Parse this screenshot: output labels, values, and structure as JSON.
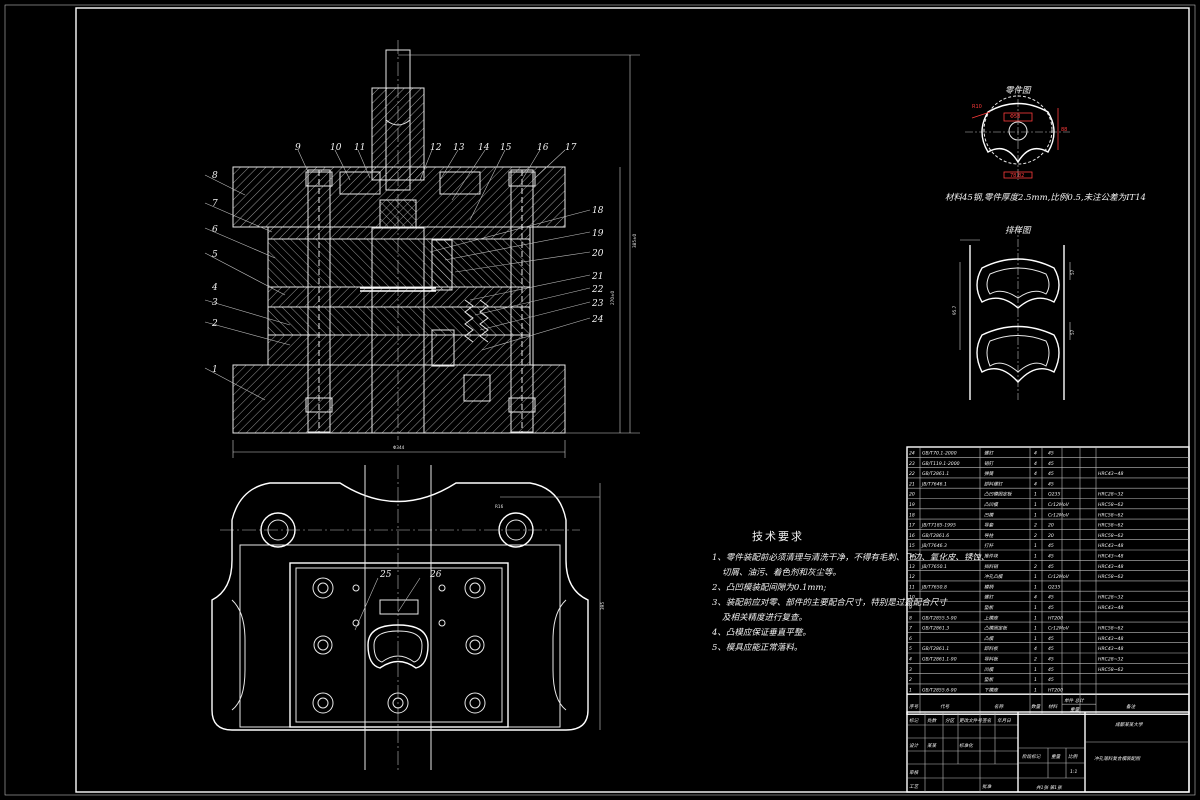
{
  "front_view": {
    "part_numbers": [
      "1",
      "2",
      "3",
      "4",
      "5",
      "6",
      "7",
      "8",
      "9",
      "10",
      "11",
      "12",
      "13",
      "14",
      "15",
      "16",
      "17",
      "18",
      "19",
      "20",
      "21",
      "22",
      "23",
      "24"
    ],
    "label_26": "26"
  },
  "tech_requirements": {
    "title": "技术要求",
    "items": [
      "1、零件装配前必须清理与清洗干净，不得有毛刺、飞边、氧化皮、锈蚀、",
      "切屑、油污、着色剂和灰尘等。",
      "2、凸凹模装配间隙为0.1mm;",
      "3、装配前应对零、部件的主要配合尺寸，特别是过盈配合尺寸",
      "及相关精度进行复查。",
      "4、凸模应保证垂直平整。",
      "5、模具应能正常落料。"
    ]
  },
  "part_drawing": {
    "title": "零件图",
    "note": "材料45钢,零件厚度2.5mm,比例0.5,未注公差为IT14"
  },
  "strip_layout": {
    "title": "排样图"
  },
  "bom_rows": [
    {
      "no": "24",
      "code": "GB/T70.1-2000",
      "name": "螺钉",
      "qty": "4",
      "mat": "45",
      "note": ""
    },
    {
      "no": "23",
      "code": "GB/T119.1-2000",
      "name": "销钉",
      "qty": "4",
      "mat": "45",
      "note": ""
    },
    {
      "no": "22",
      "code": "GB/T2861.1",
      "name": "弹簧",
      "qty": "4",
      "mat": "45",
      "note": "HRC43~48"
    },
    {
      "no": "21",
      "code": "JB/T7646.1",
      "name": "卸料螺钉",
      "qty": "4",
      "mat": "45",
      "note": ""
    },
    {
      "no": "20",
      "code": "",
      "name": "凸凹模固定板",
      "qty": "1",
      "mat": "Q235",
      "note": "HRC28~32"
    },
    {
      "no": "19",
      "code": "",
      "name": "凸凹模",
      "qty": "1",
      "mat": "Cr12MoV",
      "note": "HRC58~62"
    },
    {
      "no": "18",
      "code": "",
      "name": "凹模",
      "qty": "1",
      "mat": "Cr12MoV",
      "note": "HRC58~62"
    },
    {
      "no": "17",
      "code": "JB/T7185-1995",
      "name": "导套",
      "qty": "2",
      "mat": "20",
      "note": "HRC58~62"
    },
    {
      "no": "16",
      "code": "GB/T2861.6",
      "name": "导柱",
      "qty": "2",
      "mat": "20",
      "note": "HRC58~62"
    },
    {
      "no": "15",
      "code": "JB/T7646.3",
      "name": "打杆",
      "qty": "1",
      "mat": "45",
      "note": "HRC43~48"
    },
    {
      "no": "14",
      "code": "",
      "name": "推件块",
      "qty": "1",
      "mat": "45",
      "note": "HRC43~48"
    },
    {
      "no": "13",
      "code": "JB/T7650.1",
      "name": "挡料销",
      "qty": "2",
      "mat": "45",
      "note": "HRC43~48"
    },
    {
      "no": "12",
      "code": "",
      "name": "冲孔凸模",
      "qty": "1",
      "mat": "Cr12MoV",
      "note": "HRC58~62"
    },
    {
      "no": "11",
      "code": "JB/T7650.8",
      "name": "模柄",
      "qty": "1",
      "mat": "Q235",
      "note": ""
    },
    {
      "no": "10",
      "code": "",
      "name": "螺钉",
      "qty": "4",
      "mat": "45",
      "note": "HRC28~32"
    },
    {
      "no": "9",
      "code": "",
      "name": "垫板",
      "qty": "1",
      "mat": "45",
      "note": "HRC43~48"
    },
    {
      "no": "8",
      "code": "GB/T2855.5-90",
      "name": "上模座",
      "qty": "1",
      "mat": "HT200",
      "note": ""
    },
    {
      "no": "7",
      "code": "GB/T2861.3",
      "name": "凸模固定板",
      "qty": "1",
      "mat": "Cr12MoV",
      "note": "HRC58~62"
    },
    {
      "no": "6",
      "code": "",
      "name": "凸模",
      "qty": "1",
      "mat": "45",
      "note": "HRC43~48"
    },
    {
      "no": "5",
      "code": "GB/T2861.1",
      "name": "卸料板",
      "qty": "4",
      "mat": "45",
      "note": "HRC43~48"
    },
    {
      "no": "4",
      "code": "GB/T2861.1-90",
      "name": "导料板",
      "qty": "2",
      "mat": "45",
      "note": "HRC28~32"
    },
    {
      "no": "3",
      "code": "",
      "name": "凹模",
      "qty": "1",
      "mat": "45",
      "note": "HRC58~62"
    },
    {
      "no": "2",
      "code": "",
      "name": "垫板",
      "qty": "1",
      "mat": "45",
      "note": ""
    },
    {
      "no": "1",
      "code": "GB/T2855.6-90",
      "name": "下模座",
      "qty": "1",
      "mat": "HT200",
      "note": ""
    }
  ],
  "bom_header": {
    "no": "序号",
    "code": "代号",
    "name": "名称",
    "qty": "数量",
    "mat": "材料",
    "weight": "单件 总计",
    "note": "备注",
    "weight2": "重量"
  },
  "title_block": {
    "school": "成都某某大学",
    "drawing_title": "冲孔落料复合模装配图",
    "r1": [
      "标记",
      "处数",
      "分区",
      "更改文件号",
      "签名",
      "年月日"
    ],
    "r2": [
      "设计",
      "某某",
      "标准化",
      "",
      "",
      ""
    ],
    "r3": [
      "审核"
    ],
    "r4": [
      "工艺",
      "",
      "批准"
    ],
    "stage": "阶段标记",
    "weight": "重量",
    "scale": "比例",
    "scale_val": "1:1",
    "sheet": "共1张 第1张"
  }
}
